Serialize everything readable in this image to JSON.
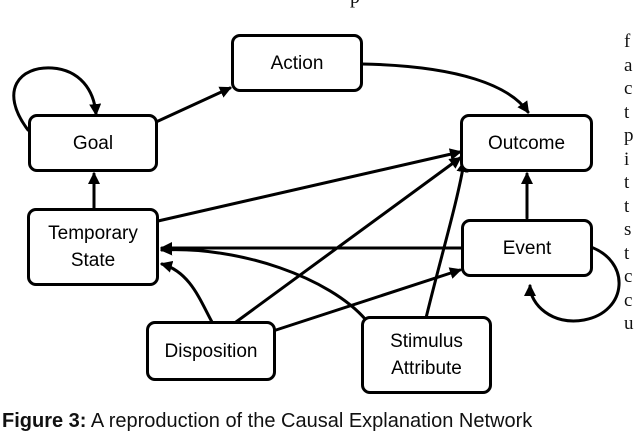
{
  "nodes": {
    "action": "Action",
    "goal": "Goal",
    "outcome": "Outcome",
    "temporary_state": [
      "Temporary",
      "State"
    ],
    "event": "Event",
    "disposition": "Disposition",
    "stimulus_attribute": [
      "Stimulus",
      "Attribute"
    ]
  },
  "edges": [
    {
      "from": "Goal",
      "to": "Goal",
      "kind": "self-loop"
    },
    {
      "from": "Goal",
      "to": "Action"
    },
    {
      "from": "Action",
      "to": "Outcome"
    },
    {
      "from": "Temporary State",
      "to": "Goal"
    },
    {
      "from": "Temporary State",
      "to": "Outcome"
    },
    {
      "from": "Event",
      "to": "Outcome"
    },
    {
      "from": "Event",
      "to": "Event",
      "kind": "self-loop"
    },
    {
      "from": "Event",
      "to": "Temporary State"
    },
    {
      "from": "Disposition",
      "to": "Temporary State"
    },
    {
      "from": "Disposition",
      "to": "Outcome"
    },
    {
      "from": "Disposition",
      "to": "Event"
    },
    {
      "from": "Stimulus Attribute",
      "to": "Temporary State"
    },
    {
      "from": "Stimulus Attribute",
      "to": "Outcome"
    }
  ],
  "caption": {
    "label": "Figure 3:",
    "text": " A reproduction of the Causal Explanation Network"
  },
  "right_column_letters": [
    "f",
    "a",
    "c",
    "t",
    "p",
    "i",
    "t",
    "t",
    "s",
    "t",
    "c",
    "c",
    "u"
  ],
  "top_fragment": "p"
}
